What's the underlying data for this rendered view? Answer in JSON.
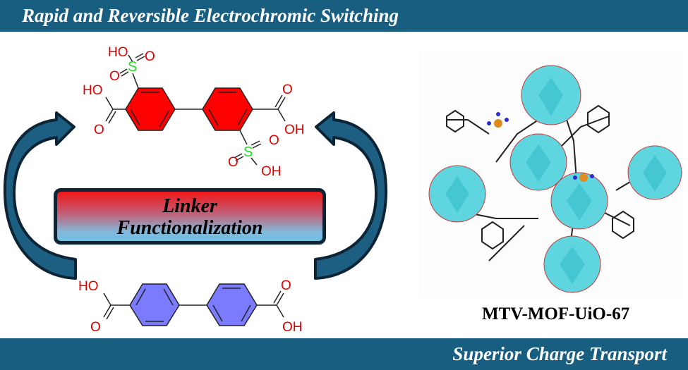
{
  "header": {
    "title": "Rapid and Reversible Electrochromic Switching"
  },
  "footer": {
    "title": "Superior Charge Transport"
  },
  "center_box": {
    "line1": "Linker",
    "line2": "Functionalization"
  },
  "top_molecule": {
    "name": "sulfonated biphenyl dicarboxylic acid linker",
    "ring_color": "#ff0000",
    "labels": {
      "ho_sulfo_top": "HO",
      "o_sulfo_top_right": "O",
      "s_top": "S",
      "o_sulfo_top_left": "O",
      "ho_carboxyl_left": "HO",
      "o_carboxyl_left": "O",
      "o_carboxyl_right": "O",
      "oh_carboxyl_right": "OH",
      "o_sulfo_bottom_right": "O",
      "s_bottom": "S",
      "o_sulfo_bottom_left": "O",
      "oh_sulfo_bottom": "OH"
    }
  },
  "bottom_molecule": {
    "name": "biphenyl dicarboxylic acid linker",
    "ring_color": "#7b7bff",
    "labels": {
      "ho_left": "HO",
      "o_left": "O",
      "o_right": "O",
      "oh_right": "OH"
    }
  },
  "mof": {
    "label": "MTV-MOF-UiO-67",
    "cluster_color": "#5fd6df"
  },
  "colors": {
    "bar": "#185e80",
    "arrow_fill": "#1c5f82",
    "arrow_outline": "#0d2435",
    "heteroatom_o": "#e00000",
    "heteroatom_s": "#22dd22"
  }
}
